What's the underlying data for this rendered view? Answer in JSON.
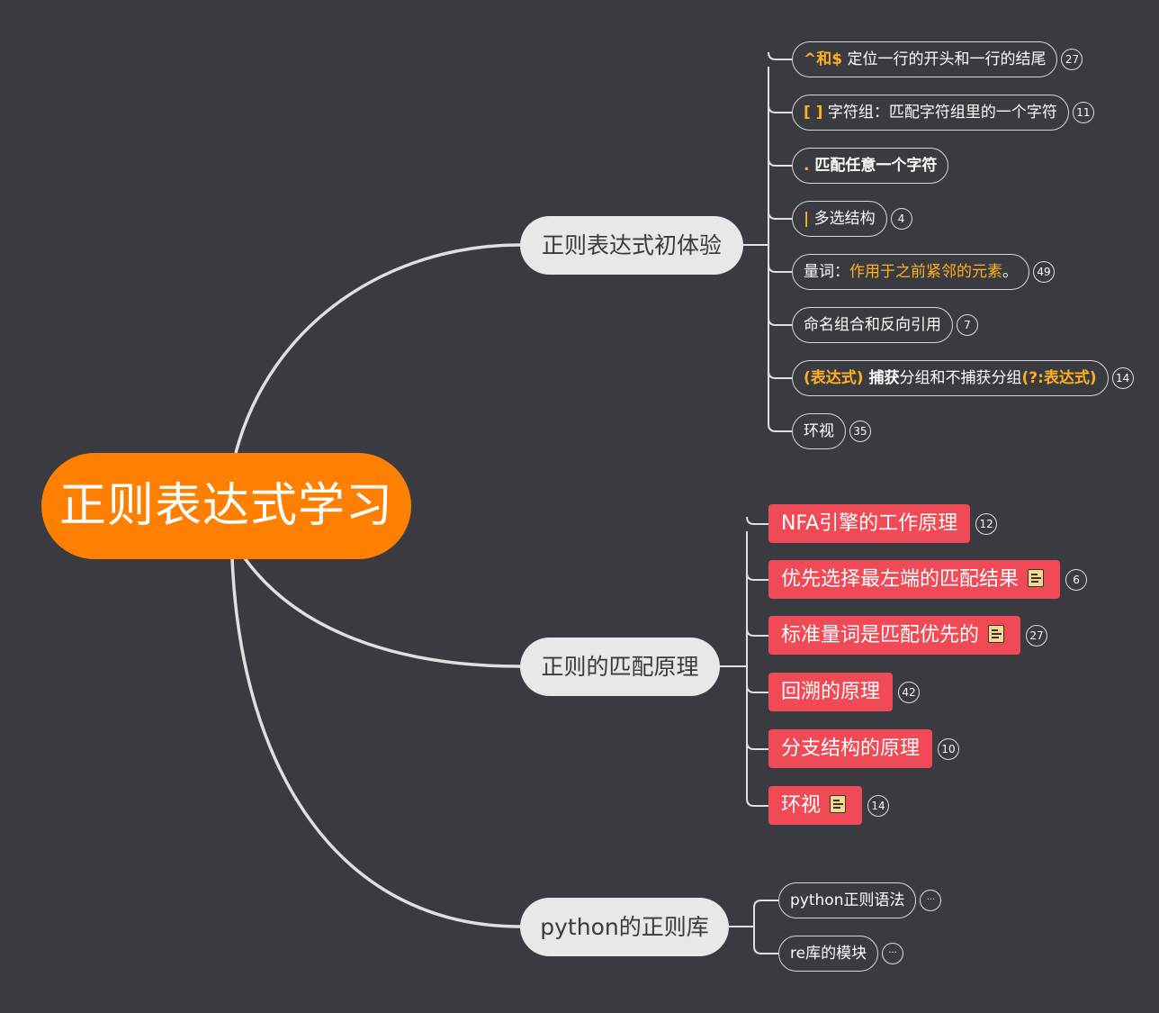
{
  "root": {
    "label": "正则表达式学习"
  },
  "branches": [
    {
      "label": "正则表达式初体验",
      "children": [
        {
          "parts": [
            {
              "t": "^和$",
              "s": "hl"
            },
            {
              "t": " 定位一行的开头和一行的结尾",
              "s": ""
            }
          ],
          "badge": "27"
        },
        {
          "parts": [
            {
              "t": "[ ]",
              "s": "hl"
            },
            {
              "t": " 字符组：匹配字符组里的一个字符",
              "s": ""
            }
          ],
          "badge": "11"
        },
        {
          "parts": [
            {
              "t": ".",
              "s": "hl"
            },
            {
              "t": " 匹配任意一个字符",
              "s": "bold"
            }
          ],
          "badge": ""
        },
        {
          "parts": [
            {
              "t": "|",
              "s": "hl"
            },
            {
              "t": " 多选结构",
              "s": ""
            }
          ],
          "badge": "4"
        },
        {
          "parts": [
            {
              "t": "量词：",
              "s": ""
            },
            {
              "t": "作用于之前紧邻的元素",
              "s": "hl-n"
            },
            {
              "t": "。",
              "s": ""
            }
          ],
          "badge": "49"
        },
        {
          "parts": [
            {
              "t": "命名组合和反向引用",
              "s": ""
            }
          ],
          "badge": "7"
        },
        {
          "parts": [
            {
              "t": "(表达式)",
              "s": "hl"
            },
            {
              "t": " 捕获",
              "s": "bold"
            },
            {
              "t": "分组和不捕获分组",
              "s": ""
            },
            {
              "t": "(?:表达式)",
              "s": "hl"
            }
          ],
          "badge": "14"
        },
        {
          "parts": [
            {
              "t": "环视",
              "s": ""
            }
          ],
          "badge": "35"
        }
      ]
    },
    {
      "label": "正则的匹配原理",
      "children": [
        {
          "label": "NFA引擎的工作原理",
          "note": false,
          "badge": "12"
        },
        {
          "label": "优先选择最左端的匹配结果",
          "note": true,
          "badge": "6"
        },
        {
          "label": "标准量词是匹配优先的",
          "note": true,
          "badge": "27"
        },
        {
          "label": "回溯的原理",
          "note": false,
          "badge": "42"
        },
        {
          "label": "分支结构的原理",
          "note": false,
          "badge": "10"
        },
        {
          "label": "环视",
          "note": true,
          "badge": "14"
        }
      ]
    },
    {
      "label": "python的正则库",
      "children": [
        {
          "parts": [
            {
              "t": "python正则语法",
              "s": ""
            }
          ],
          "badge": "···"
        },
        {
          "parts": [
            {
              "t": "re库的模块",
              "s": ""
            }
          ],
          "badge": "···"
        }
      ]
    }
  ],
  "colors": {
    "background": "#393b40",
    "root": "#ff8000",
    "branch": "#e8e8e8",
    "red_topic": "#f04a56",
    "highlight": "#ffb020",
    "line": "#e0e0e0"
  }
}
